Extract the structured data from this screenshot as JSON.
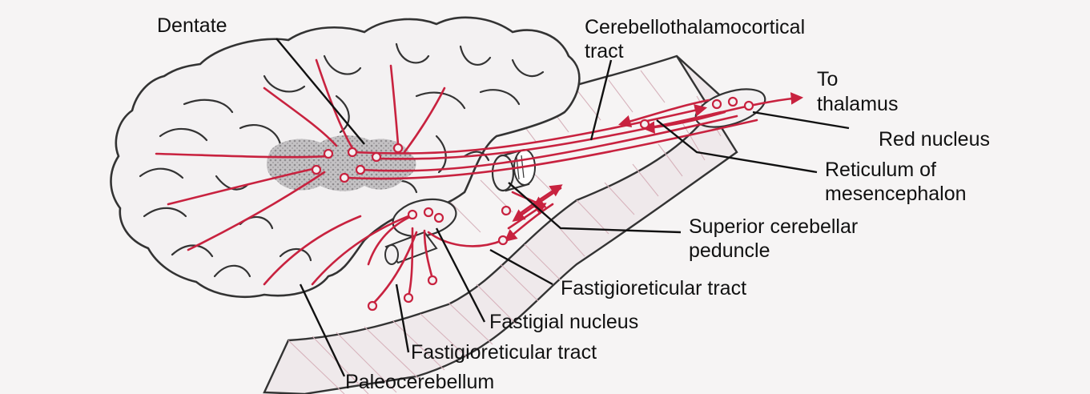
{
  "labels": {
    "dentate": "Dentate",
    "cerebellothalamocortical_line1": "Cerebellothalamocortical",
    "cerebellothalamocortical_line2": "tract",
    "to_thalamus_line1": "To",
    "to_thalamus_line2": "thalamus",
    "red_nucleus": "Red nucleus",
    "reticulum_line1": "Reticulum of",
    "reticulum_line2": "mesencephalon",
    "superior_peduncle_line1": "Superior cerebellar",
    "superior_peduncle_line2": "peduncle",
    "fastigioreticular_tract_upper": "Fastigioreticular tract",
    "fastigial_nucleus": "Fastigial nucleus",
    "fastigioreticular_tract_lower": "Fastigioreticular tract",
    "paleocerebellum": "Paleocerebellum"
  },
  "colors": {
    "fiber": "#c8223f",
    "nucleus_fill": "#b9b7b9",
    "outline": "#333333",
    "background": "#f6f4f4",
    "ghost_text": "#c9c6c8"
  }
}
